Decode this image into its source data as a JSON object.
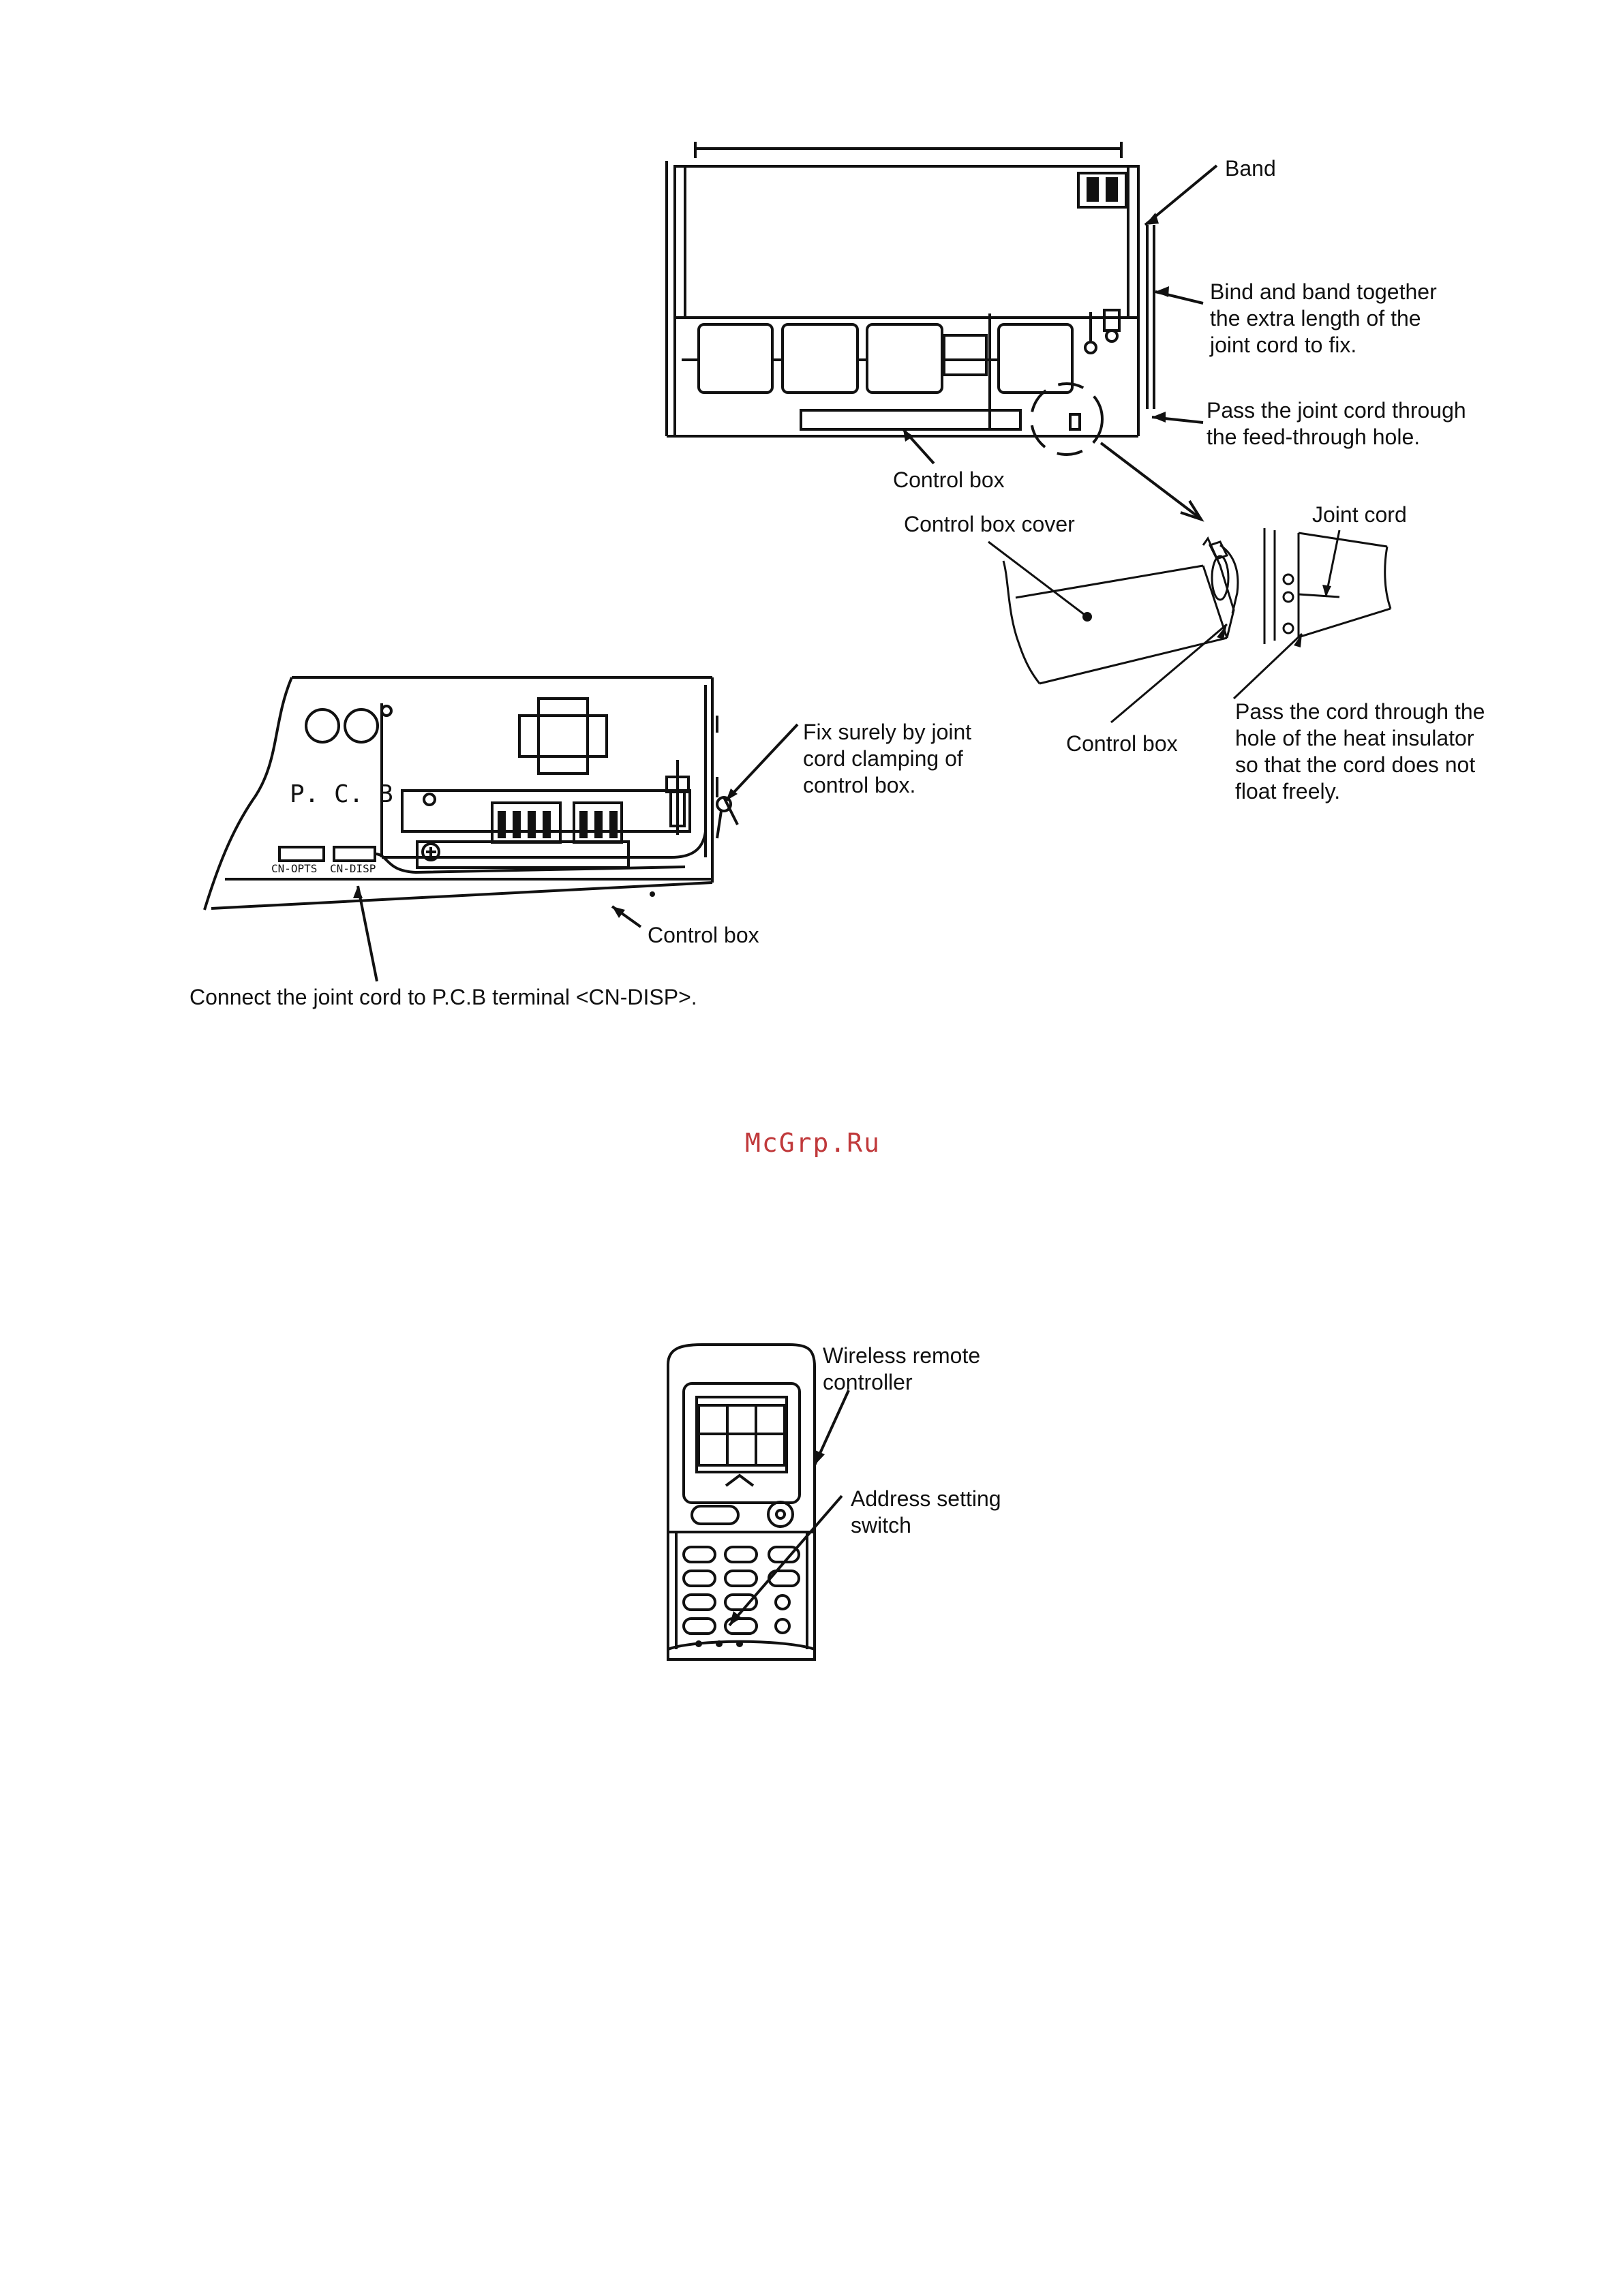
{
  "figure1": {
    "band": "Band",
    "bind_band": "Bind and band together\nthe extra length of the\njoint cord to fix.",
    "pass_joint_cord": "Pass the joint cord through\nthe feed-through hole.",
    "control_box_top": "Control box",
    "control_box_cover": "Control box cover",
    "joint_cord": "Joint cord",
    "control_box_mid": "Control box",
    "pass_cord_heat": "Pass the cord through the\nhole of the heat insulator\nso that the cord does not\nfloat freely."
  },
  "figure2": {
    "pcb_label": "P. C. B",
    "cn_opts": "CN-OPTS",
    "cn_disp": "CN-DISP",
    "fix_surely": "Fix surely by joint\ncord clamping of\ncontrol box.",
    "control_box": "Control box",
    "connect": "Connect the joint cord to P.C.B terminal <CN-DISP>."
  },
  "watermark": "McGrp.Ru",
  "figure3": {
    "wireless_remote": "Wireless remote\ncontroller",
    "address_setting": "Address setting\nswitch"
  }
}
